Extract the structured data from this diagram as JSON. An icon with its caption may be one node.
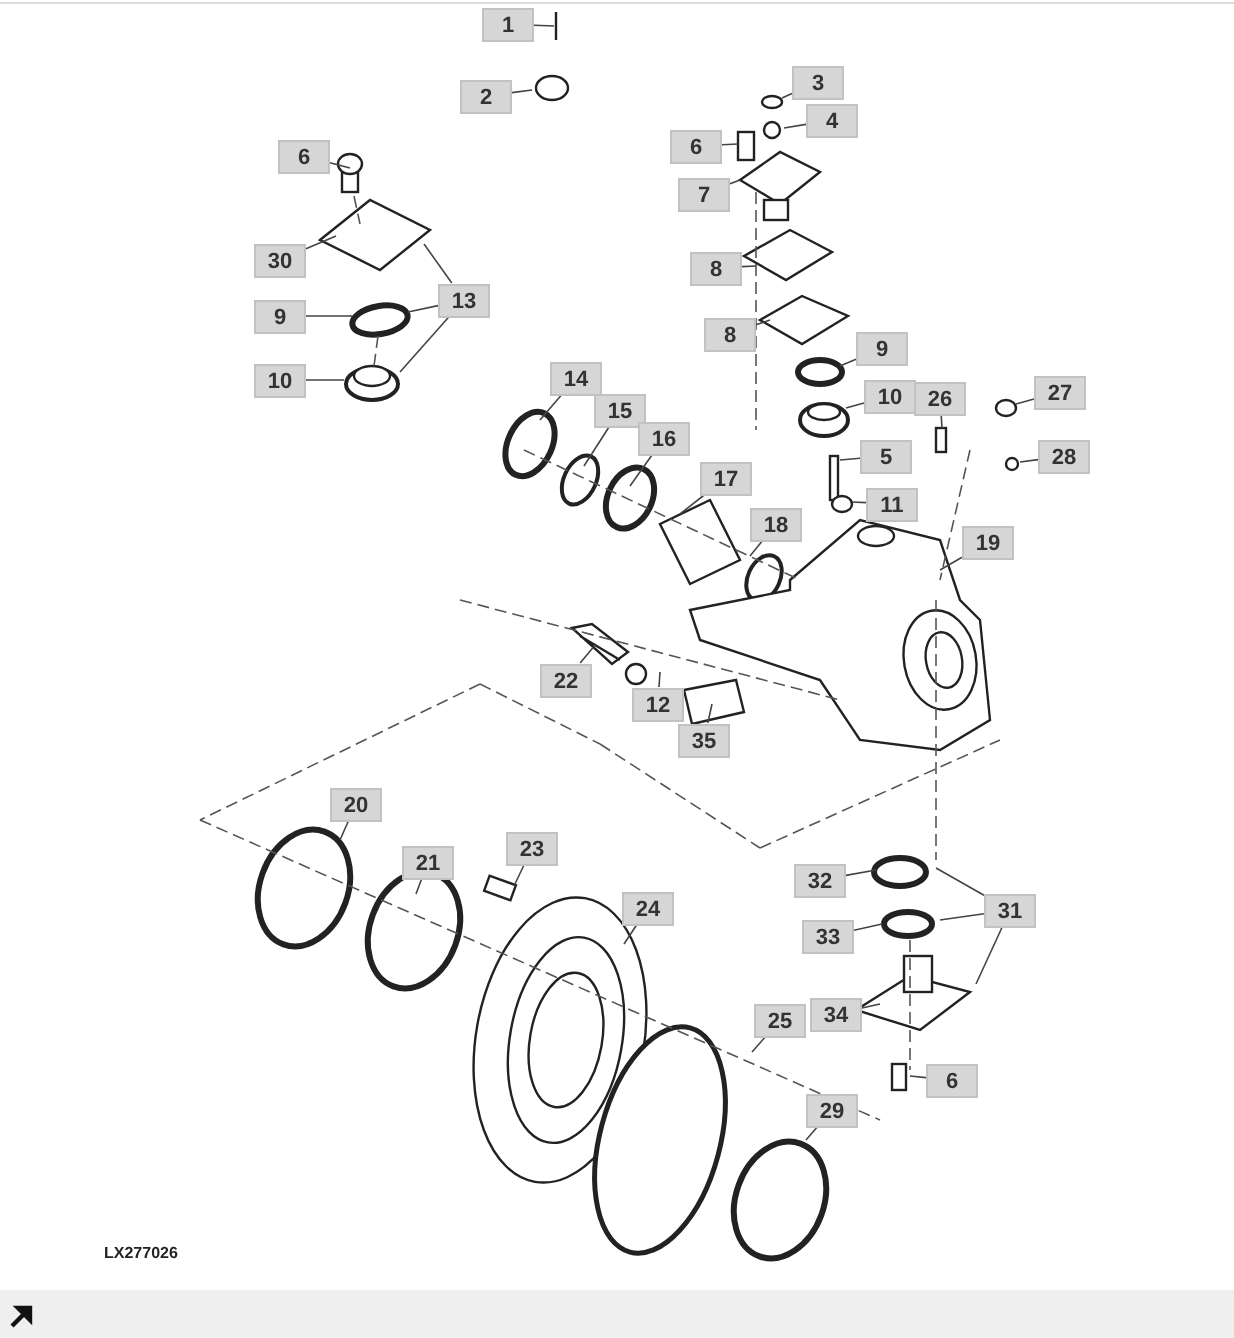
{
  "diagram": {
    "nodes": [
      {
        "text": [
          "1"
        ]
      },
      {
        "text": [
          "2"
        ]
      },
      {
        "text": [
          "3"
        ]
      },
      {
        "text": [
          "4"
        ]
      },
      {
        "text": [
          "6"
        ]
      },
      {
        "text": [
          "6"
        ]
      },
      {
        "text": [
          "30"
        ]
      },
      {
        "text": [
          "13"
        ]
      },
      {
        "text": [
          "9"
        ]
      },
      {
        "text": [
          "10"
        ]
      },
      {
        "text": [
          "7"
        ]
      },
      {
        "text": [
          "8"
        ]
      },
      {
        "text": [
          "8"
        ]
      },
      {
        "text": [
          "9"
        ]
      },
      {
        "text": [
          "10"
        ]
      },
      {
        "text": [
          "14"
        ]
      },
      {
        "text": [
          "15"
        ]
      },
      {
        "text": [
          "16"
        ]
      },
      {
        "text": [
          "17"
        ]
      },
      {
        "text": [
          "18"
        ]
      },
      {
        "text": [
          "5"
        ]
      },
      {
        "text": [
          "11"
        ]
      },
      {
        "text": [
          "26"
        ]
      },
      {
        "text": [
          "27"
        ]
      },
      {
        "text": [
          "28"
        ]
      },
      {
        "text": [
          "19"
        ]
      },
      {
        "text": [
          "22"
        ]
      },
      {
        "text": [
          "12"
        ]
      },
      {
        "text": [
          "35"
        ]
      },
      {
        "text": [
          "20"
        ]
      },
      {
        "text": [
          "21"
        ]
      },
      {
        "text": [
          "23"
        ]
      },
      {
        "text": [
          "24"
        ]
      },
      {
        "text": [
          "25"
        ]
      },
      {
        "text": [
          "29"
        ]
      },
      {
        "text": [
          "32"
        ]
      },
      {
        "text": [
          "31"
        ]
      },
      {
        "text": [
          "33"
        ]
      },
      {
        "text": [
          "34"
        ]
      },
      {
        "text": [
          "6"
        ]
      }
    ],
    "edges": [
      {
        "from": 0,
        "to": null,
        "arrow": "none"
      },
      {
        "from": 1,
        "to": null,
        "arrow": "none"
      },
      {
        "from": 2,
        "to": null,
        "arrow": "none"
      },
      {
        "from": 3,
        "to": null,
        "arrow": "none"
      },
      {
        "from": 4,
        "to": null,
        "arrow": "none"
      },
      {
        "from": 5,
        "to": null,
        "arrow": "none"
      },
      {
        "from": 6,
        "to": null,
        "arrow": "none"
      },
      {
        "from": 7,
        "to": null,
        "arrow": "none"
      },
      {
        "from": 7,
        "to": null,
        "arrow": "none"
      },
      {
        "from": 7,
        "to": null,
        "arrow": "none"
      },
      {
        "from": 8,
        "to": null,
        "arrow": "none"
      },
      {
        "from": 9,
        "to": null,
        "arrow": "none"
      },
      {
        "from": 10,
        "to": null,
        "arrow": "none"
      },
      {
        "from": 11,
        "to": null,
        "arrow": "none"
      },
      {
        "from": 12,
        "to": null,
        "arrow": "none"
      },
      {
        "from": 13,
        "to": null,
        "arrow": "none"
      },
      {
        "from": 14,
        "to": null,
        "arrow": "none"
      },
      {
        "from": 15,
        "to": null,
        "arrow": "none"
      },
      {
        "from": 16,
        "to": null,
        "arrow": "none"
      },
      {
        "from": 17,
        "to": null,
        "arrow": "none"
      },
      {
        "from": 18,
        "to": null,
        "arrow": "none"
      },
      {
        "from": 19,
        "to": null,
        "arrow": "none"
      },
      {
        "from": 20,
        "to": null,
        "arrow": "none"
      },
      {
        "from": 21,
        "to": null,
        "arrow": "none"
      },
      {
        "from": 22,
        "to": null,
        "arrow": "none"
      },
      {
        "from": 23,
        "to": null,
        "arrow": "none"
      },
      {
        "from": 24,
        "to": null,
        "arrow": "none"
      },
      {
        "from": 25,
        "to": null,
        "arrow": "none"
      },
      {
        "from": 26,
        "to": null,
        "arrow": "none"
      },
      {
        "from": 27,
        "to": null,
        "arrow": "none"
      },
      {
        "from": 28,
        "to": null,
        "arrow": "none"
      },
      {
        "from": 29,
        "to": null,
        "arrow": "none"
      },
      {
        "from": 30,
        "to": null,
        "arrow": "none"
      },
      {
        "from": 31,
        "to": null,
        "arrow": "none"
      },
      {
        "from": 32,
        "to": null,
        "arrow": "none"
      },
      {
        "from": 33,
        "to": null,
        "arrow": "none"
      },
      {
        "from": 34,
        "to": null,
        "arrow": "none"
      },
      {
        "from": 35,
        "to": null,
        "arrow": "none"
      },
      {
        "from": 36,
        "to": null,
        "arrow": "none"
      },
      {
        "from": 36,
        "to": null,
        "arrow": "none"
      },
      {
        "from": 36,
        "to": null,
        "arrow": "none"
      },
      {
        "from": 37,
        "to": null,
        "arrow": "none"
      },
      {
        "from": 38,
        "to": null,
        "arrow": "none"
      },
      {
        "from": 39,
        "to": null,
        "arrow": "none"
      }
    ],
    "labels": [
      "LX277026"
    ]
  }
}
